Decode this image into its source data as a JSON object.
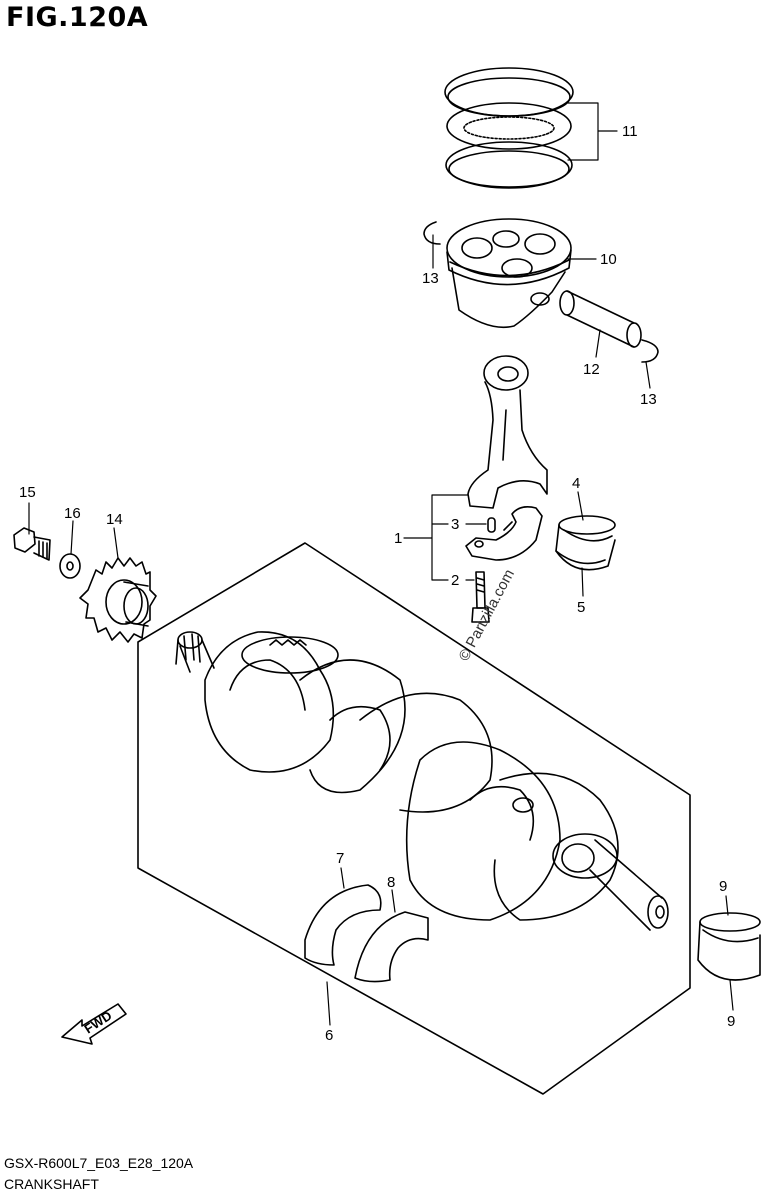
{
  "figure": {
    "title": "FIG.120A"
  },
  "callouts": {
    "c11": "11",
    "c10": "10",
    "c13a": "13",
    "c12": "12",
    "c13b": "13",
    "c15": "15",
    "c16": "16",
    "c14": "14",
    "c1": "1",
    "c2": "2",
    "c3": "3",
    "c4": "4",
    "c5": "5",
    "c6": "6",
    "c7": "7",
    "c8": "8",
    "c9a": "9",
    "c9b": "9"
  },
  "watermark": "© Partzilla.com",
  "fwd_label": "FWD",
  "footer": {
    "code": "GSX-R600L7_E03_E28_120A",
    "name": "CRANKSHAFT"
  }
}
